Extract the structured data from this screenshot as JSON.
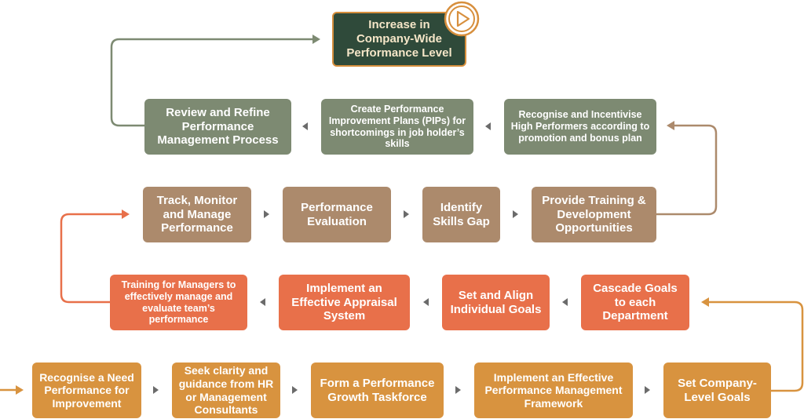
{
  "goal": {
    "label": "Increase in Company-Wide Performance Level"
  },
  "row1": {
    "review": "Review and Refine Performance Management Process",
    "pips": "Create Performance Improvement Plans (PIPs) for shortcomings in job holder’s skills",
    "recognise": "Recognise and Incentivise High Performers according to promotion and bonus plan"
  },
  "row2": {
    "track": "Track, Monitor and Manage Performance",
    "evaluation": "Performance Evaluation",
    "gap": "Identify Skills Gap",
    "training": "Provide Training & Development Opportunities"
  },
  "row3": {
    "managers": "Training for Managers to effectively manage and evaluate team’s performance",
    "appraisal": "Implement an Effective Appraisal System",
    "align": "Set and Align Individual Goals",
    "cascade": "Cascade Goals to each Department"
  },
  "row4": {
    "need": "Recognise a Need Performance for Improvement",
    "clarity": "Seek clarity and guidance from HR or Management Consultants",
    "taskforce": "Form a Performance Growth Taskforce",
    "framework": "Implement an Effective Performance Management Framework",
    "company": "Set Company-Level Goals"
  },
  "colors": {
    "goal_bg": "#2f4a3a",
    "row1": "#7d8a72",
    "row2": "#ac8a6c",
    "row3": "#e8704a",
    "row4": "#d8933f",
    "accent": "#d78f3d"
  },
  "icons": {
    "goal_badge": "play-icon"
  }
}
